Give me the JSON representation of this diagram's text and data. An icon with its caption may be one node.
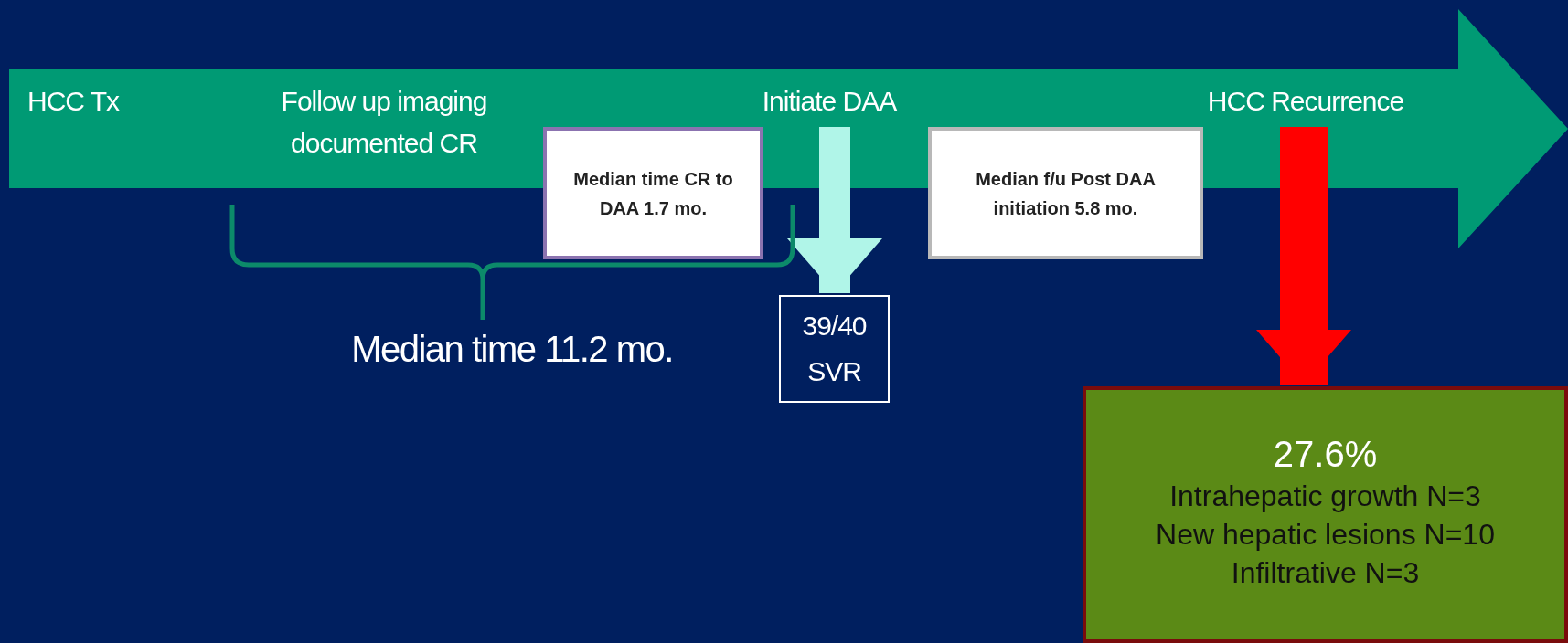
{
  "diagram": {
    "nodes": [
      {
        "text": [],
        "shape": "arrow"
      },
      {
        "text": [
          "HCC Tx"
        ],
        "in": 0
      },
      {
        "text": [
          "Follow up imaging documented CR"
        ],
        "in": 0
      },
      {
        "text": [
          "Initiate DAA"
        ],
        "in": 0
      },
      {
        "text": [
          "HCC Recurrence"
        ],
        "in": 0
      },
      {
        "text": [
          "Median time CR to DAA 1.7 mo."
        ]
      },
      {
        "text": [
          "Median f/u Post DAA initiation 5.8 mo."
        ]
      },
      {
        "text": [
          "39/40 SVR"
        ]
      },
      {
        "text": [
          "27.6%",
          "Intrahepatic growth N=3",
          "New hepatic lesions N=10",
          "Infiltrative N=3"
        ]
      }
    ],
    "edges": [
      {
        "from": 3,
        "to": 7,
        "arrow": "to",
        "color": "#b0f5e8"
      },
      {
        "from": 4,
        "to": 8,
        "arrow": "to",
        "color": "#ff0000"
      }
    ],
    "labels": [
      "Median time 11.2 mo."
    ]
  }
}
